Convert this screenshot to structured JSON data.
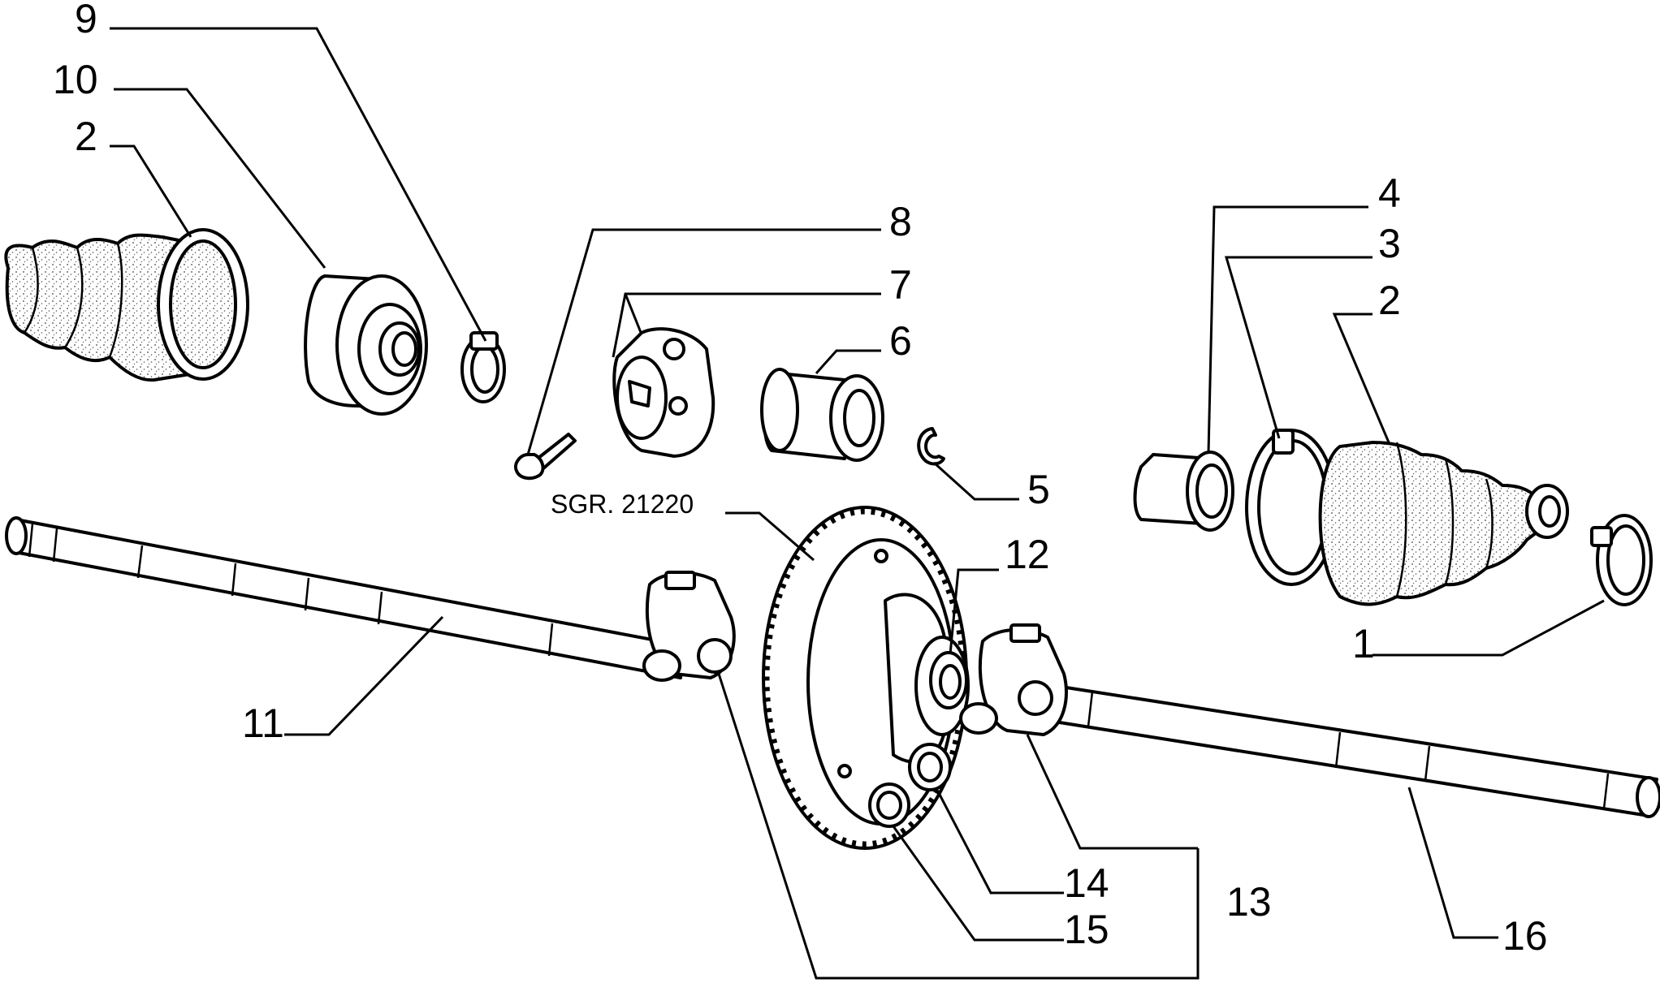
{
  "labels": {
    "n1": "1",
    "n2a": "2",
    "n2b": "2",
    "n3": "3",
    "n4": "4",
    "n5": "5",
    "n6": "6",
    "n7": "7",
    "n8": "8",
    "n9": "9",
    "n10": "10",
    "n11": "11",
    "n12": "12",
    "n13": "13",
    "n14": "14",
    "n15": "15",
    "n16": "16"
  },
  "reference": "SGR. 21220"
}
